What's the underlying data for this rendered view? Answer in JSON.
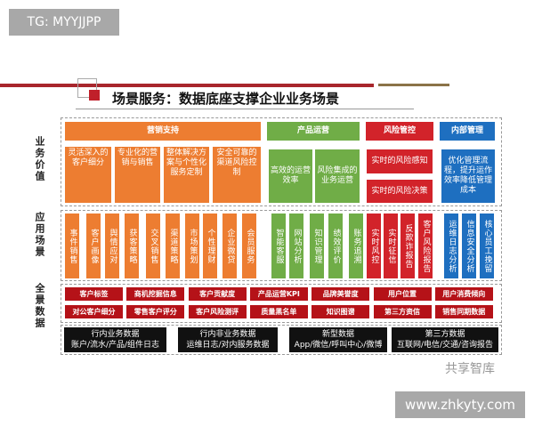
{
  "tag_top": "TG: MYYJJPP",
  "tag_bottom": "www.zhkyty.com",
  "title": "场景服务：数据底座支撑企业业务场景",
  "watermark": "共享智库",
  "side_labels": [
    "业务价值",
    "应用场景",
    "全景数据"
  ],
  "value_headers": [
    {
      "label": "营销支持",
      "color": "#ed7d31"
    },
    {
      "label": "产品运营",
      "color": "#70ad47"
    },
    {
      "label": "风险管控",
      "color": "#d2232a"
    },
    {
      "label": "内部管理",
      "color": "#1e6fc0"
    }
  ],
  "value_items": {
    "marketing": [
      "灵活深入的客户细分",
      "专业化的营销与销售",
      "整体解决方案与个性化服务定制",
      "安全可靠的渠道风险控制"
    ],
    "product": [
      "高效的运营效率",
      "风险集成的业务运营"
    ],
    "risk": [
      "实时的风险感知",
      "实时的风险决策"
    ],
    "internal": [
      "优化管理流程，提升运作效率降低管理成本"
    ]
  },
  "scenarios": {
    "orange": [
      "事件销售",
      "客户画像",
      "舆情应对",
      "获客策略",
      "交叉销售",
      "渠道策略",
      "市场策划",
      "个性理财",
      "企业微贷",
      "会员服务"
    ],
    "green": [
      "智能客服",
      "网站分析",
      "知识管理",
      "绩效评价",
      "账务追溯"
    ],
    "red": [
      "实时风控",
      "实时征信",
      "反欺诈报告",
      "客户风险报告"
    ],
    "blue": [
      "运维日志分析",
      "信息安全分析",
      "核心员工挽留"
    ]
  },
  "data_tags": [
    [
      "客户标签",
      "商机挖掘信息",
      "客户贡献度",
      "产品运营KPI",
      "品牌美誉度",
      "用户位置",
      "用户消费倾向"
    ],
    [
      "对公客户细分",
      "零售客户评分",
      "客户风险测评",
      "质量黑名单",
      "知识图谱",
      "第三方资信",
      "销售同期数据"
    ]
  ],
  "data_sources": [
    {
      "title": "行内业务数据",
      "sub": "账户/流水/产品/组件日志"
    },
    {
      "title": "行内非业务数据",
      "sub": "运维日志/对内服务数据"
    },
    {
      "title": "新型数据",
      "sub": "App/微信/呼叫中心/微博"
    },
    {
      "title": "第三方数据",
      "sub": "互联网/电信/交通/咨询报告"
    }
  ]
}
